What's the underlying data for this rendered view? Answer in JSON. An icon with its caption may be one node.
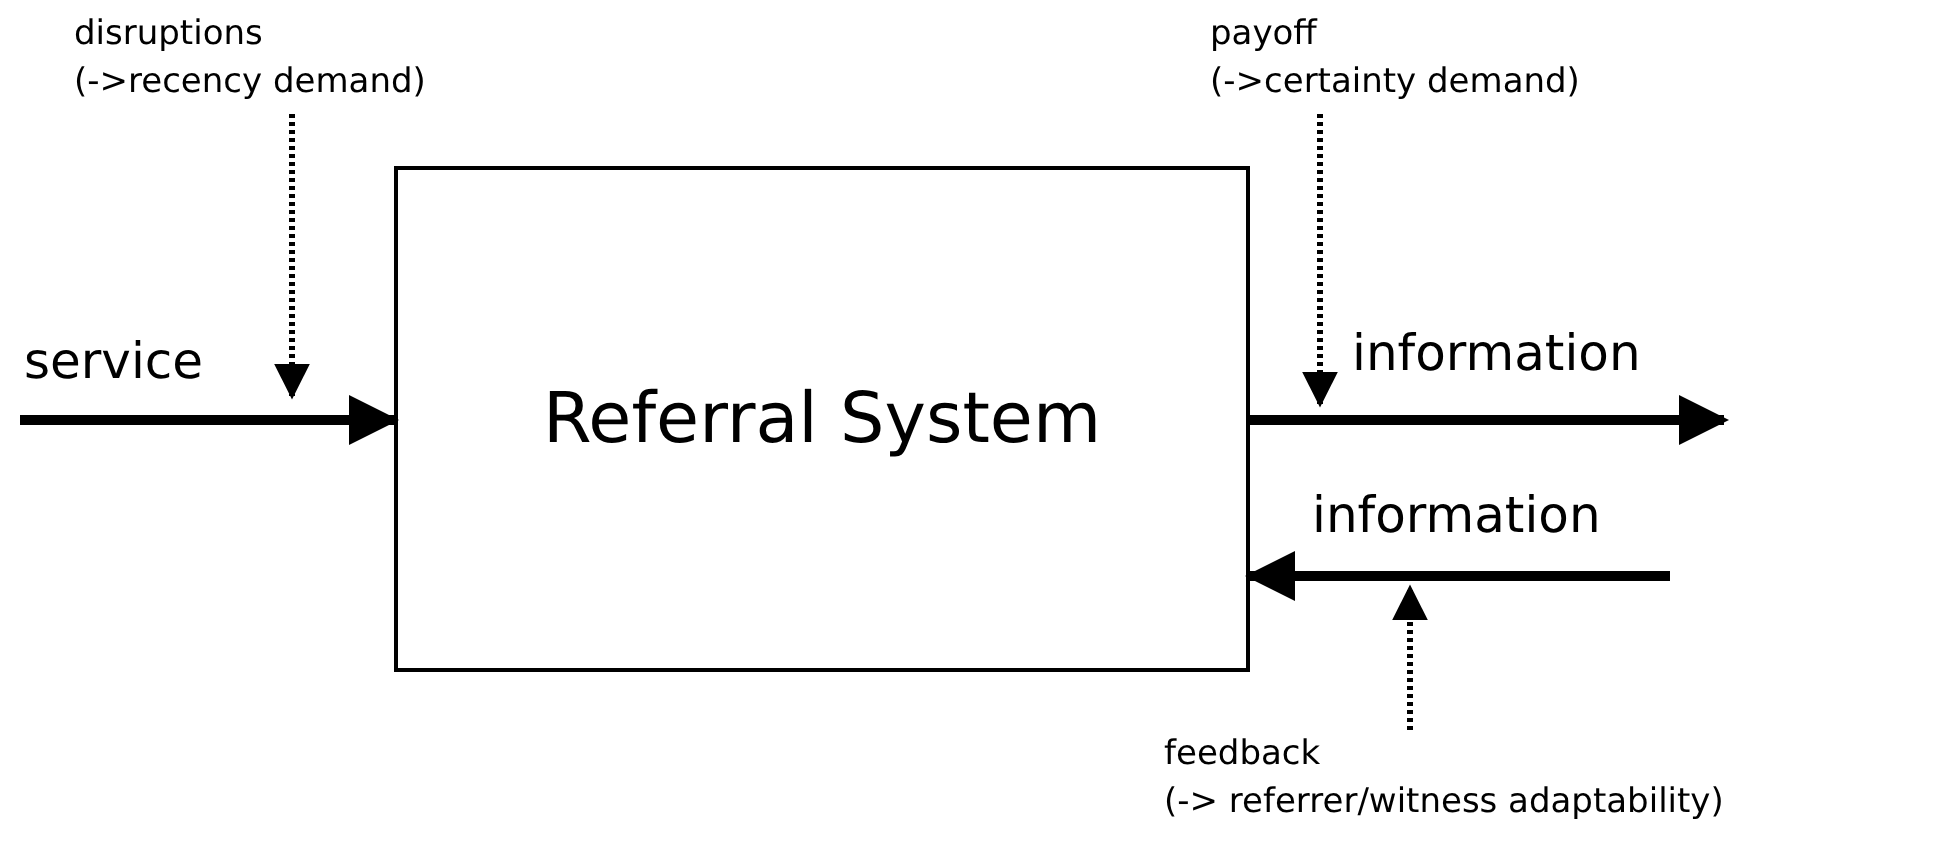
{
  "diagram": {
    "nodes": [
      {
        "text": [
          "Referral System"
        ]
      },
      {
        "text": [
          "disruptions",
          "(->recency demand)"
        ]
      },
      {
        "text": [
          "payoff",
          "(->certainty demand)"
        ]
      },
      {
        "text": [
          "feedback",
          "(-> referrer/witness adaptability)"
        ]
      }
    ],
    "edges": [
      {
        "from": null,
        "to": 0,
        "arrow": "to",
        "label": "service"
      },
      {
        "from": 0,
        "to": null,
        "arrow": "to",
        "label": "information"
      },
      {
        "from": null,
        "to": 0,
        "arrow": "to",
        "label": "information"
      },
      {
        "from": 1,
        "to": null,
        "arrow": "to",
        "style": "dashed"
      },
      {
        "from": 2,
        "to": null,
        "arrow": "to",
        "style": "dashed"
      },
      {
        "from": 3,
        "to": null,
        "arrow": "to",
        "style": "dashed"
      }
    ]
  }
}
